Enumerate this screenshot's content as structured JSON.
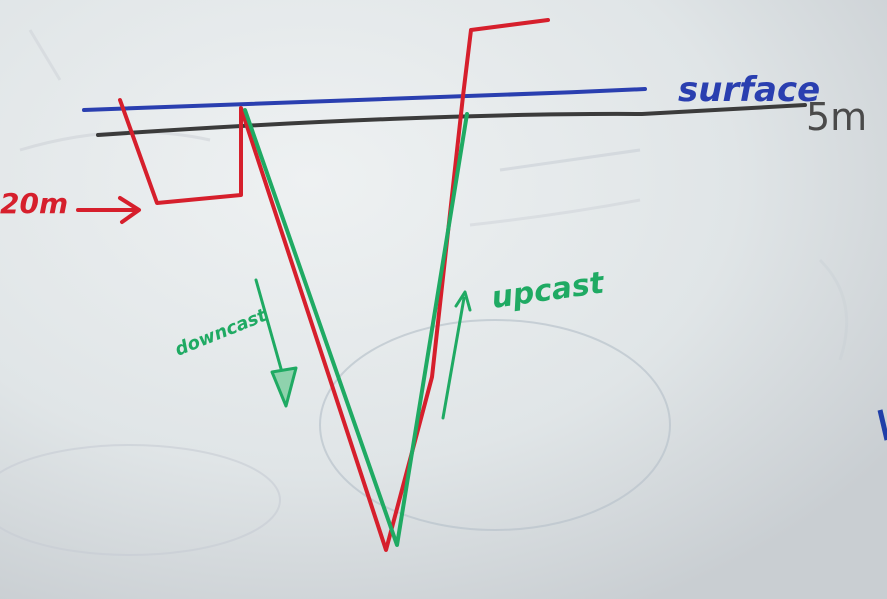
{
  "labels": {
    "surface": "surface",
    "depth_5m": "5m",
    "depth_20m": "20m",
    "downcast": "downcast",
    "upcast": "upcast"
  },
  "colors": {
    "board": "#dfe3e5",
    "surface_line": "#2a3fb0",
    "depth_line": "#3b3b3b",
    "red_trace": "#d61f2c",
    "green_trace": "#1faa63"
  },
  "icons": [
    "arrow-right-icon",
    "arrow-down-icon",
    "arrow-up-icon"
  ]
}
